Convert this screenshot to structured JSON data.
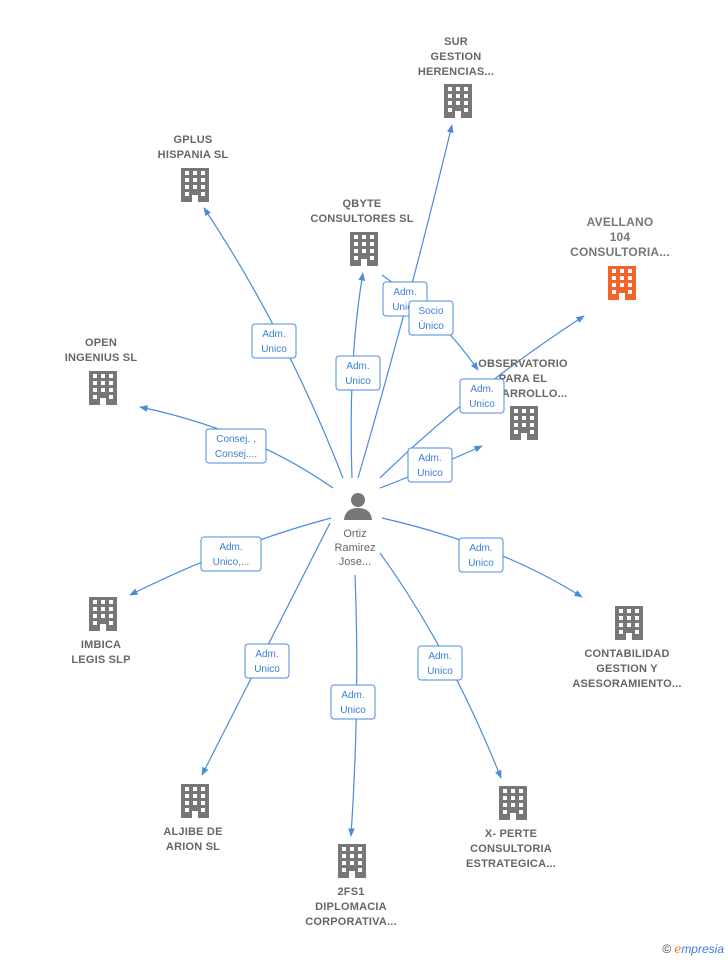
{
  "center": {
    "label_lines": [
      "Ortiz",
      "Ramirez",
      "Jose..."
    ]
  },
  "nodes": [
    {
      "id": "sur",
      "label_lines": [
        "SUR",
        "GESTION",
        "HERENCIAS..."
      ],
      "highlight": false
    },
    {
      "id": "gplus",
      "label_lines": [
        "GPLUS",
        "HISPANIA SL"
      ],
      "highlight": false
    },
    {
      "id": "qbyte",
      "label_lines": [
        "QBYTE",
        "CONSULTORES SL"
      ],
      "highlight": false
    },
    {
      "id": "avellano",
      "label_lines": [
        "AVELLANO",
        "104",
        "CONSULTORIA..."
      ],
      "highlight": true
    },
    {
      "id": "open",
      "label_lines": [
        "OPEN",
        "INGENIUS  SL"
      ],
      "highlight": false
    },
    {
      "id": "observatorio",
      "label_lines": [
        "OBSERVATORIO",
        "PARA EL",
        "DESARROLLO..."
      ],
      "highlight": false
    },
    {
      "id": "imbica",
      "label_lines": [
        "IMBICA",
        "LEGIS SLP"
      ],
      "highlight": false
    },
    {
      "id": "contabilidad",
      "label_lines": [
        "CONTABILIDAD",
        "GESTION Y",
        "ASESORAMIENTO..."
      ],
      "highlight": false
    },
    {
      "id": "aljibe",
      "label_lines": [
        "ALJIBE DE",
        "ARION  SL"
      ],
      "highlight": false
    },
    {
      "id": "fs1",
      "label_lines": [
        "2FS1",
        "DIPLOMACIA",
        "CORPORATIVA..."
      ],
      "highlight": false
    },
    {
      "id": "xperte",
      "label_lines": [
        "X- PERTE",
        "CONSULTORIA",
        "ESTRATEGICA..."
      ],
      "highlight": false
    }
  ],
  "edges": [
    {
      "to": "gplus",
      "label_lines": [
        "Adm.",
        "Unico"
      ]
    },
    {
      "to": "qbyte",
      "label_lines": [
        "Adm.",
        "Unico"
      ]
    },
    {
      "to": "sur",
      "label_lines": [
        "Adm.",
        "Unico"
      ]
    },
    {
      "to": "observatorio_via_qbyte",
      "label_lines": [
        "Socio",
        "Único"
      ]
    },
    {
      "to": "avellano",
      "label_lines": [
        "Adm.",
        "Unico"
      ]
    },
    {
      "to": "observatorio",
      "label_lines": [
        "Adm.",
        "Unico"
      ]
    },
    {
      "to": "open",
      "label_lines": [
        "Consej. ,",
        "Consej...."
      ]
    },
    {
      "to": "imbica",
      "label_lines": [
        "Adm.",
        "Unico,..."
      ]
    },
    {
      "to": "contabilidad",
      "label_lines": [
        "Adm.",
        "Unico"
      ]
    },
    {
      "to": "aljibe",
      "label_lines": [
        "Adm.",
        "Unico"
      ]
    },
    {
      "to": "fs1",
      "label_lines": [
        "Adm.",
        "Unico"
      ]
    },
    {
      "to": "xperte",
      "label_lines": [
        "Adm.",
        "Unico"
      ]
    }
  ],
  "colors": {
    "edge": "#4a8bdb",
    "building": "#777777",
    "highlight": "#f4642a",
    "person": "#777777"
  },
  "footer": {
    "copyright": "©",
    "brand_initial": "e",
    "brand_rest": "mpresia"
  }
}
